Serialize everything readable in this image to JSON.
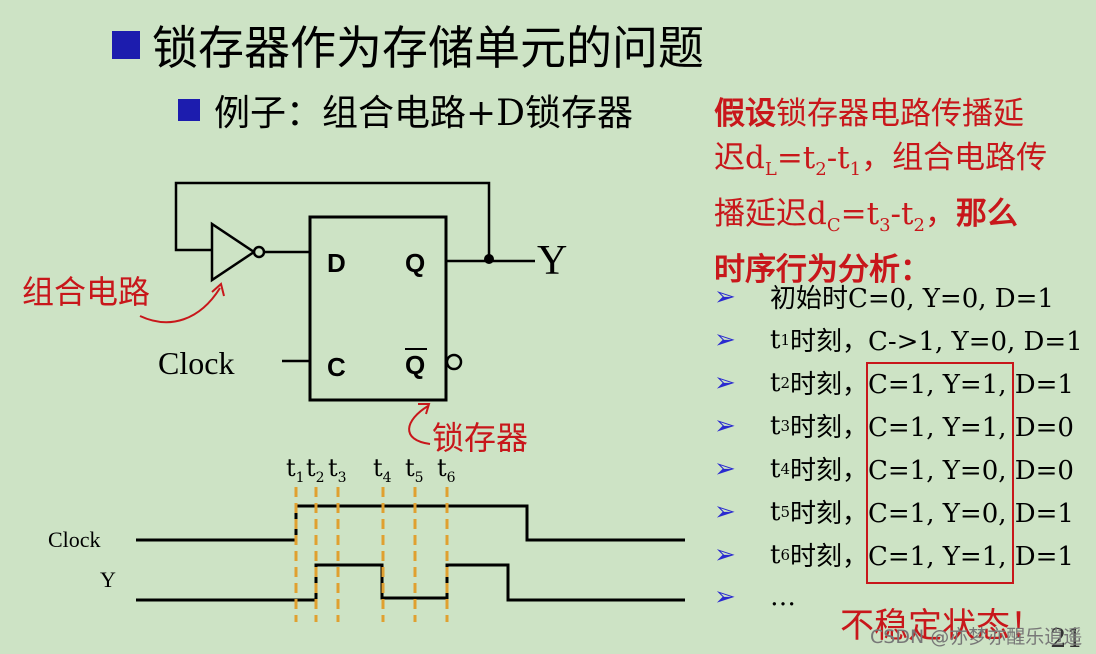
{
  "title": "锁存器作为存储单元的问题",
  "subtitle": "例子：组合电路+D锁存器",
  "desc": {
    "l1a": "假设",
    "l1b": "锁存器电路传播延",
    "l2a": "迟d",
    "l2b": "L",
    "l2c": "=t",
    "l2d": "2",
    "l2e": "-t",
    "l2f": "1",
    "l2g": "，组合电路传",
    "l3a": "播延迟d",
    "l3b": "C",
    "l3c": "=t",
    "l3d": "3",
    "l3e": "-t",
    "l3f": "2",
    "l3g": "，",
    "l3h": "那么",
    "l4": "时序行为分析："
  },
  "bullets": [
    {
      "t": "",
      "n": "",
      "rest": "初始时C=0, Y=0, D=1"
    },
    {
      "t": "t",
      "n": "1",
      "rest": "时刻，C->1, Y=0, D=1"
    },
    {
      "t": "t",
      "n": "2",
      "rest": "时刻，C=1, Y=1, D=1"
    },
    {
      "t": "t",
      "n": "3",
      "rest": "时刻，C=1, Y=1, D=0"
    },
    {
      "t": "t",
      "n": "4",
      "rest": "时刻，C=1, Y=0, D=0"
    },
    {
      "t": "t",
      "n": "5",
      "rest": "时刻，C=1, Y=0, D=1"
    },
    {
      "t": "t",
      "n": "6",
      "rest": "时刻，C=1, Y=1, D=1"
    },
    {
      "t": "",
      "n": "",
      "rest": "…"
    }
  ],
  "arrow_glyph": "➢",
  "circuit": {
    "combo_label": "组合电路",
    "latch_label": "锁存器",
    "clock_label": "Clock",
    "out_label": "Y",
    "pin_d": "D",
    "pin_q": "Q",
    "pin_c": "C",
    "pin_qb": "Q"
  },
  "waveform": {
    "clock_label": "Clock",
    "y_label": "Y",
    "ticks": [
      {
        "t": "t",
        "n": "1"
      },
      {
        "t": "t",
        "n": "2"
      },
      {
        "t": "t",
        "n": "3"
      },
      {
        "t": "t",
        "n": "4"
      },
      {
        "t": "t",
        "n": "5"
      },
      {
        "t": "t",
        "n": "6"
      }
    ]
  },
  "unstable": "不稳定状态！",
  "watermark": "CSDN @亦梦亦醒乐逍遥",
  "page_number": "21",
  "colors": {
    "accent_red": "#c8171b",
    "bullet_blue": "#1c1cae",
    "dash": "#e0a030"
  }
}
